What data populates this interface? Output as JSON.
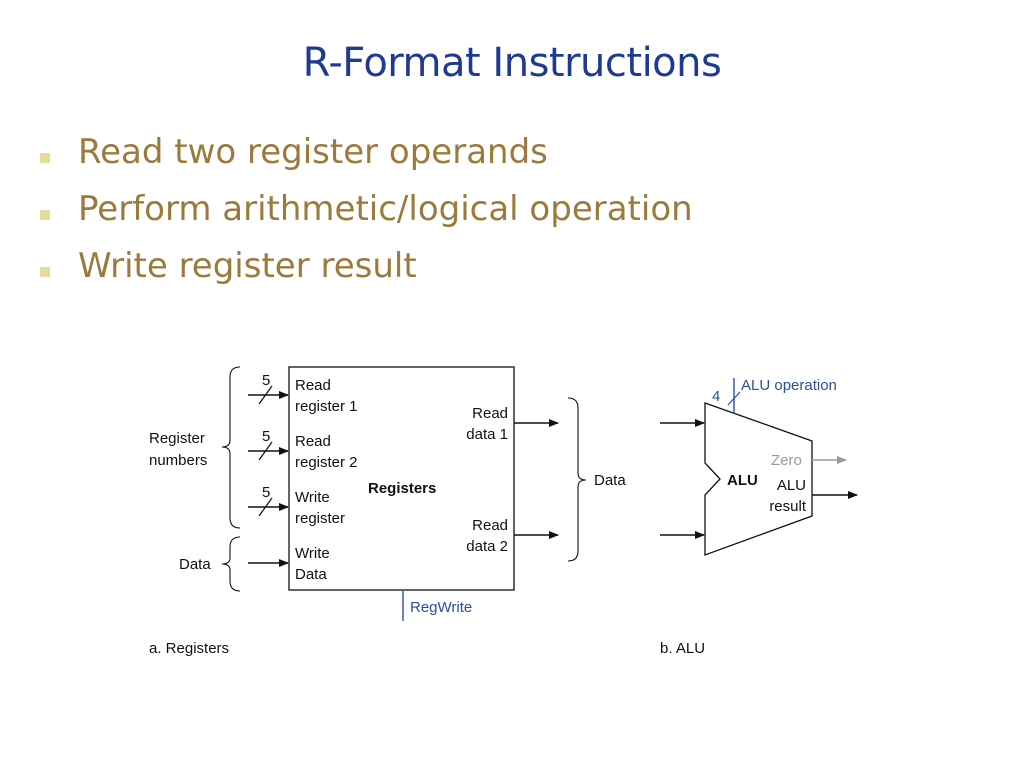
{
  "slide": {
    "title": "R-Format Instructions",
    "accent_color": "#1f3a93",
    "bullet_color": "#9c7a3c",
    "bullet_mark_color": "#e3dc9a",
    "bullets": [
      "Read two register operands",
      "Perform arithmetic/logical operation",
      "Write register result"
    ]
  },
  "diagram_a": {
    "caption": "a. Registers",
    "block_label": "Registers",
    "left_group_label": [
      "Register",
      "numbers"
    ],
    "left_data_label": "Data",
    "input_width": "5",
    "inputs": [
      [
        "Read",
        "register 1"
      ],
      [
        "Read",
        "register 2"
      ],
      [
        "Write",
        "register"
      ],
      [
        "Write",
        "Data"
      ]
    ],
    "outputs": [
      [
        "Read",
        "data 1"
      ],
      [
        "Read",
        "data 2"
      ]
    ],
    "right_group_label": "Data",
    "control_label": "RegWrite"
  },
  "diagram_b": {
    "caption": "b. ALU",
    "block_label": "ALU",
    "control_width": "4",
    "control_label": "ALU operation",
    "zero_label": "Zero",
    "result_label": [
      "ALU",
      "result"
    ]
  }
}
